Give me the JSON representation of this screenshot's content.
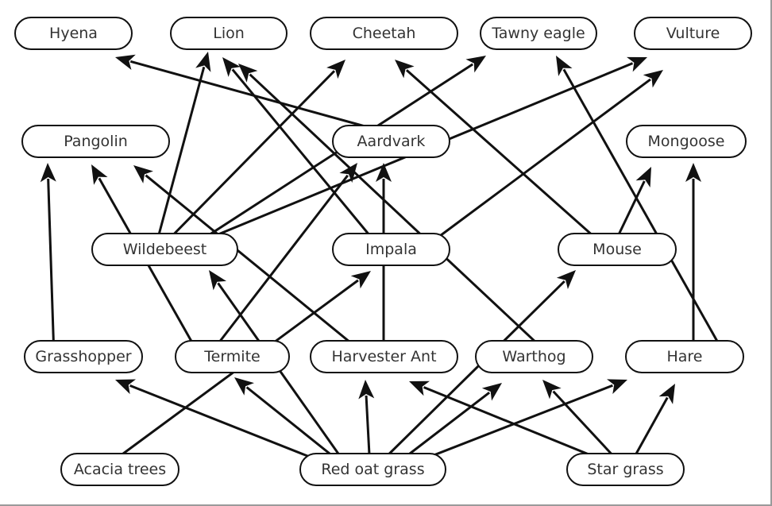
{
  "nodes": [
    {
      "id": "hyena",
      "label": "Hyena"
    },
    {
      "id": "lion",
      "label": "Lion"
    },
    {
      "id": "cheetah",
      "label": "Cheetah"
    },
    {
      "id": "tawny",
      "label": "Tawny eagle"
    },
    {
      "id": "vulture",
      "label": "Vulture"
    },
    {
      "id": "pangolin",
      "label": "Pangolin"
    },
    {
      "id": "aardvark",
      "label": "Aardvark"
    },
    {
      "id": "mongoose",
      "label": "Mongoose"
    },
    {
      "id": "wildebeest",
      "label": "Wildebeest"
    },
    {
      "id": "impala",
      "label": "Impala"
    },
    {
      "id": "mouse",
      "label": "Mouse"
    },
    {
      "id": "grasshopper",
      "label": "Grasshopper"
    },
    {
      "id": "termite",
      "label": "Termite"
    },
    {
      "id": "harvester",
      "label": "Harvester Ant"
    },
    {
      "id": "warthog",
      "label": "Warthog"
    },
    {
      "id": "hare",
      "label": "Hare"
    },
    {
      "id": "acacia",
      "label": "Acacia trees"
    },
    {
      "id": "redoat",
      "label": "Red oat grass"
    },
    {
      "id": "star",
      "label": "Star grass"
    }
  ],
  "edges": [
    {
      "from": "grasshopper",
      "to": "pangolin"
    },
    {
      "from": "termite",
      "to": "pangolin"
    },
    {
      "from": "harvester",
      "to": "pangolin"
    },
    {
      "from": "wildebeest",
      "to": "lion"
    },
    {
      "from": "wildebeest",
      "to": "cheetah"
    },
    {
      "from": "wildebeest",
      "to": "tawny"
    },
    {
      "from": "wildebeest",
      "to": "vulture"
    },
    {
      "from": "aardvark",
      "to": "hyena"
    },
    {
      "from": "termite",
      "to": "aardvark"
    },
    {
      "from": "redoat",
      "to": "wildebeest"
    },
    {
      "from": "acacia",
      "to": "impala"
    },
    {
      "from": "harvester",
      "to": "aardvark"
    },
    {
      "from": "impala",
      "to": "lion"
    },
    {
      "from": "warthog",
      "to": "lion"
    },
    {
      "from": "impala",
      "to": "vulture"
    },
    {
      "from": "mouse",
      "to": "cheetah"
    },
    {
      "from": "mouse",
      "to": "mongoose"
    },
    {
      "from": "hare",
      "to": "tawny"
    },
    {
      "from": "hare",
      "to": "mongoose"
    },
    {
      "from": "redoat",
      "to": "mouse"
    },
    {
      "from": "redoat",
      "to": "grasshopper"
    },
    {
      "from": "redoat",
      "to": "termite"
    },
    {
      "from": "redoat",
      "to": "harvester"
    },
    {
      "from": "redoat",
      "to": "warthog"
    },
    {
      "from": "redoat",
      "to": "hare"
    },
    {
      "from": "star",
      "to": "harvester"
    },
    {
      "from": "star",
      "to": "warthog"
    },
    {
      "from": "star",
      "to": "hare"
    }
  ],
  "colors": {
    "stroke": "#111111",
    "text": "#333333",
    "background": "#ffffff"
  }
}
